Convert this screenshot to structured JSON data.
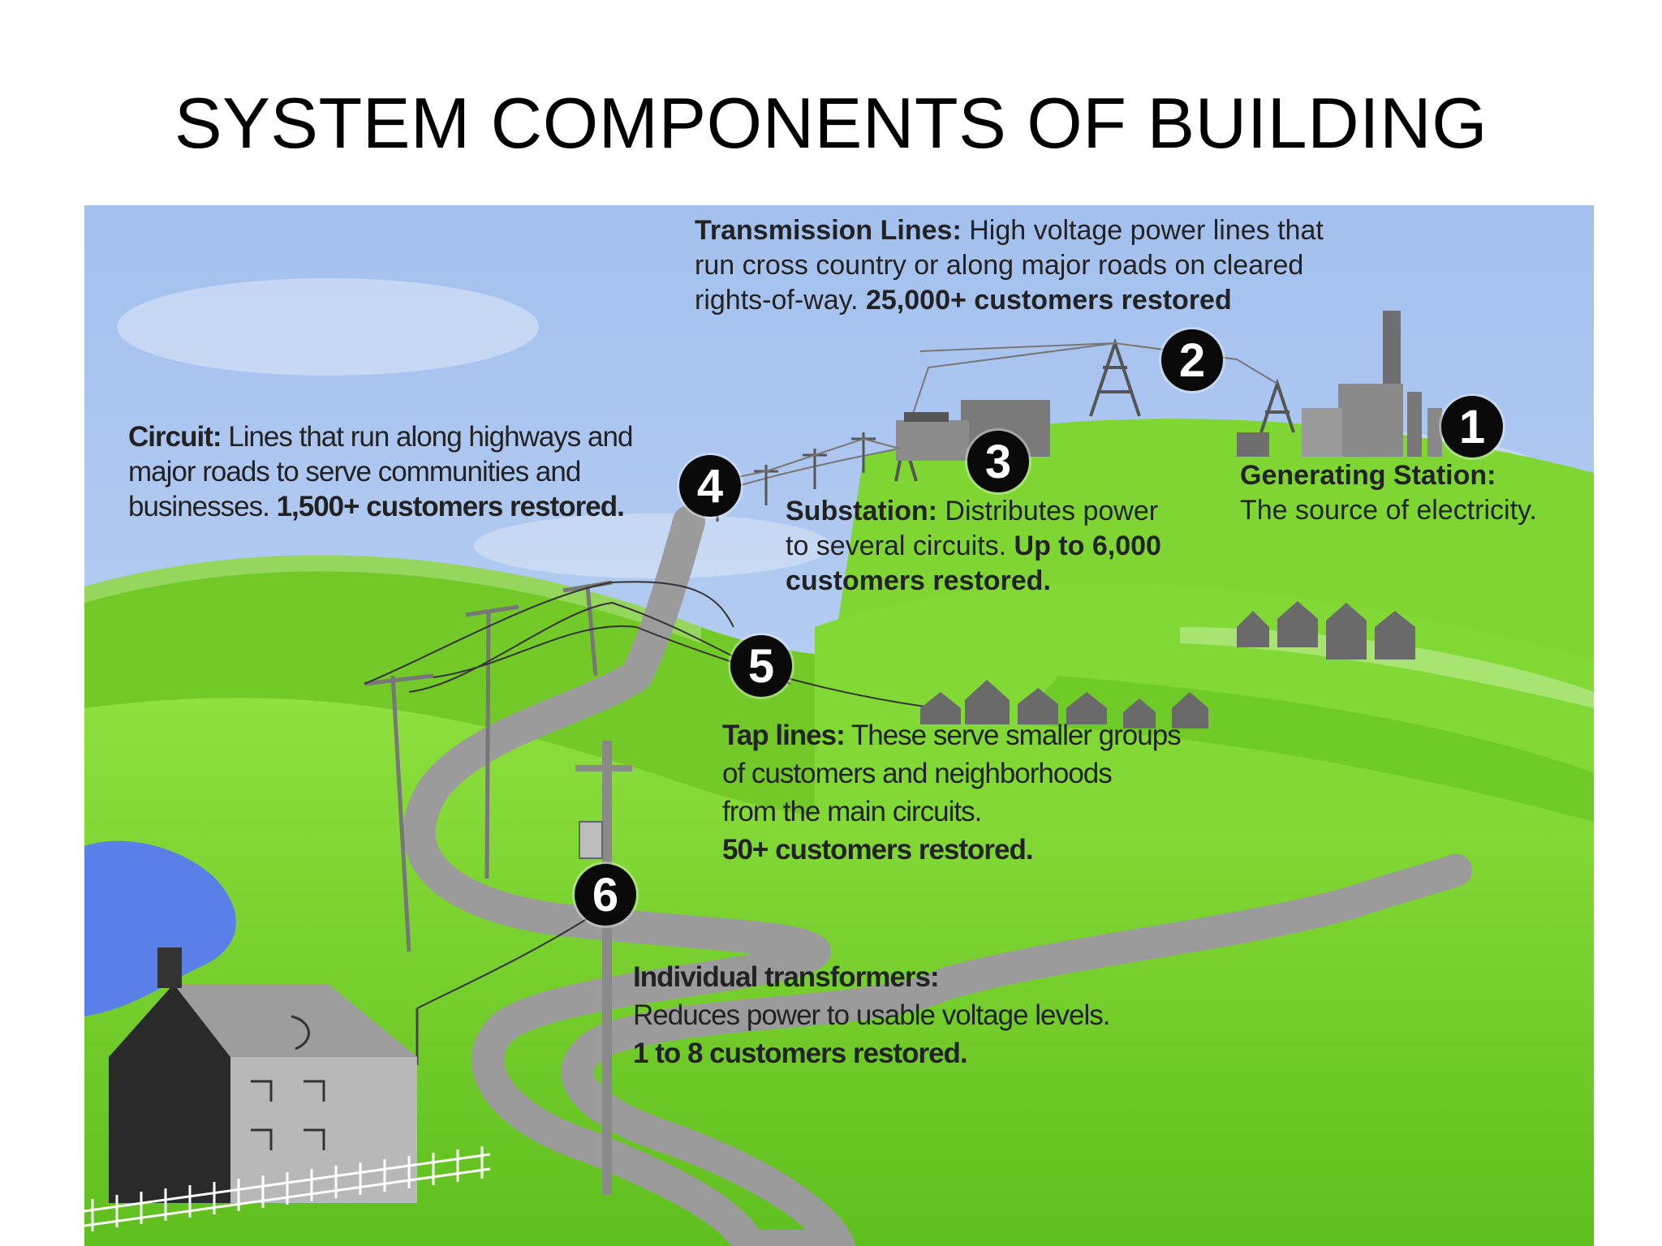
{
  "title": "SYSTEM COMPONENTS OF BUILDING",
  "colors": {
    "sky": "#a9c6ef",
    "grass": "#76d12a",
    "grass_dark": "#4fa81a",
    "water": "#5a7fe6",
    "road": "#9b9b9b",
    "badge": "#0a0a0a"
  },
  "components": [
    {
      "number": "1",
      "heading": "Generating Station:",
      "lines": [
        "The source of electricity."
      ],
      "highlight": ""
    },
    {
      "number": "2",
      "heading": "Transmission Lines:",
      "lines": [
        " High voltage power lines that",
        "run cross country or along major roads on cleared",
        "rights-of-way. "
      ],
      "highlight": "25,000+ customers restored"
    },
    {
      "number": "3",
      "heading": "Substation:",
      "lines": [
        " Distributes power",
        "to several circuits. "
      ],
      "highlight": "Up to 6,000",
      "highlight2": "customers restored."
    },
    {
      "number": "4",
      "heading": "Circuit:",
      "lines": [
        " Lines that run along highways and",
        "major roads to serve communities and",
        "businesses. "
      ],
      "highlight": "1,500+ customers restored."
    },
    {
      "number": "5",
      "heading": "Tap lines:",
      "lines": [
        " These serve smaller groups",
        "of customers and neighborhoods",
        "from the main circuits."
      ],
      "highlight": "50+ customers restored."
    },
    {
      "number": "6",
      "heading": "Individual transformers:",
      "lines": [
        "Reduces power to usable voltage levels."
      ],
      "highlight": "1 to 8 customers restored."
    }
  ]
}
